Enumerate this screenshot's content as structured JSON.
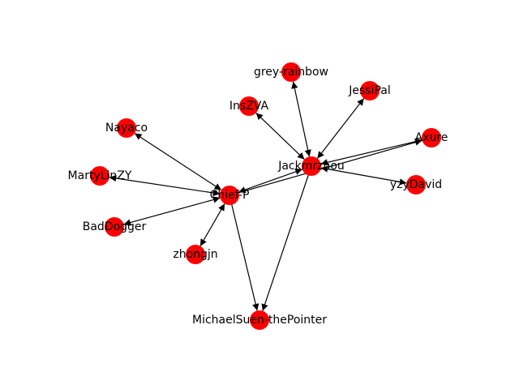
{
  "graph": {
    "node_color": "#ff0000",
    "edge_color": "#000000",
    "nodes": [
      {
        "id": "Jackmrzhou",
        "label": "Jackmrzhou"
      },
      {
        "id": "Chief-P",
        "label": "Chief-P"
      },
      {
        "id": "grey-rainbow",
        "label": "grey-rainbow"
      },
      {
        "id": "JessiPal",
        "label": "JessiPal"
      },
      {
        "id": "InsZVA",
        "label": "InsZVA"
      },
      {
        "id": "Nayaco",
        "label": "Nayaco"
      },
      {
        "id": "Axure",
        "label": "Axure"
      },
      {
        "id": "MartyLinZY",
        "label": "MartyLinZY"
      },
      {
        "id": "yzyDavid",
        "label": "yzyDavid"
      },
      {
        "id": "BadDogger",
        "label": "BadDogger"
      },
      {
        "id": "zhongjn",
        "label": "zhongjn"
      },
      {
        "id": "MichaelSuen-thePointer",
        "label": "MichaelSuen-thePointer"
      }
    ],
    "edges": [
      {
        "source": "Jackmrzhou",
        "target": "grey-rainbow",
        "bidirectional": true
      },
      {
        "source": "Jackmrzhou",
        "target": "JessiPal",
        "bidirectional": true
      },
      {
        "source": "Jackmrzhou",
        "target": "InsZVA",
        "bidirectional": true
      },
      {
        "source": "Jackmrzhou",
        "target": "Axure",
        "bidirectional": true
      },
      {
        "source": "Jackmrzhou",
        "target": "yzyDavid",
        "bidirectional": true
      },
      {
        "source": "Jackmrzhou",
        "target": "Chief-P",
        "bidirectional": true
      },
      {
        "source": "Jackmrzhou",
        "target": "MichaelSuen-thePointer",
        "bidirectional": false
      },
      {
        "source": "Chief-P",
        "target": "Nayaco",
        "bidirectional": true
      },
      {
        "source": "Chief-P",
        "target": "MartyLinZY",
        "bidirectional": true
      },
      {
        "source": "Chief-P",
        "target": "BadDogger",
        "bidirectional": true
      },
      {
        "source": "Chief-P",
        "target": "zhongjn",
        "bidirectional": true
      },
      {
        "source": "Chief-P",
        "target": "MichaelSuen-thePointer",
        "bidirectional": false
      },
      {
        "source": "Chief-P",
        "target": "Axure",
        "bidirectional": false
      }
    ]
  }
}
